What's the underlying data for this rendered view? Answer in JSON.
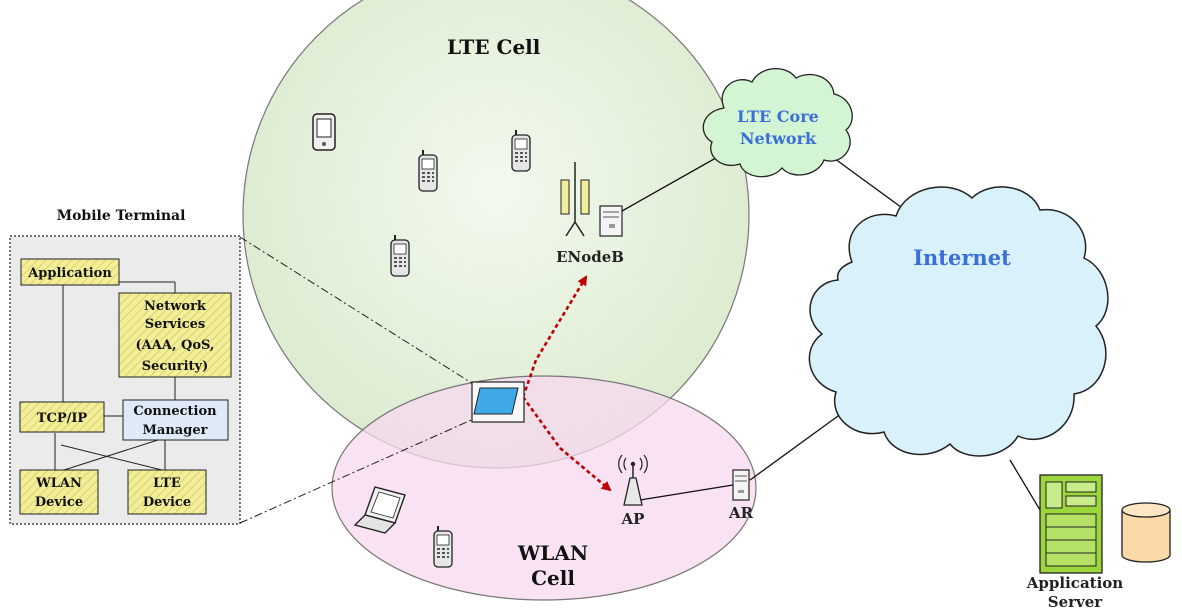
{
  "lte_cell": {
    "label": "LTE Cell",
    "fill": "#e6f2dc"
  },
  "wlan_cell": {
    "label_line1": "WLAN",
    "label_line2": "Cell",
    "fill": "#f5d8ef"
  },
  "enodeb": {
    "label": "ENodeB"
  },
  "ap": {
    "label": "AP"
  },
  "ar": {
    "label": "AR"
  },
  "lte_core": {
    "label_line1": "LTE Core",
    "label_line2": "Network",
    "fill": "#d3f5d3",
    "text_color": "#3a6fd8"
  },
  "internet": {
    "label": "Internet",
    "fill": "#d9f1fb",
    "text_color": "#3a6fd8"
  },
  "app_server": {
    "label_line1": "Application",
    "label_line2": "Server",
    "server_color": "#9bd63a",
    "db_color": "#fcd9a8"
  },
  "mobile_terminal": {
    "title": "Mobile Terminal",
    "blocks": {
      "application": "Application",
      "network_services": [
        "Network",
        "Services",
        "(AAA, QoS,",
        "Security)"
      ],
      "tcpip": "TCP/IP",
      "connection_manager": [
        "Connection",
        "Manager"
      ],
      "wlan_device": [
        "WLAN",
        "Device"
      ],
      "lte_device": [
        "LTE",
        "Device"
      ]
    },
    "block_fill": "#f2ee9a",
    "cm_fill": "#dfe9f8"
  },
  "colors": {
    "handover_arrow": "#c00000",
    "line": "#000000"
  }
}
